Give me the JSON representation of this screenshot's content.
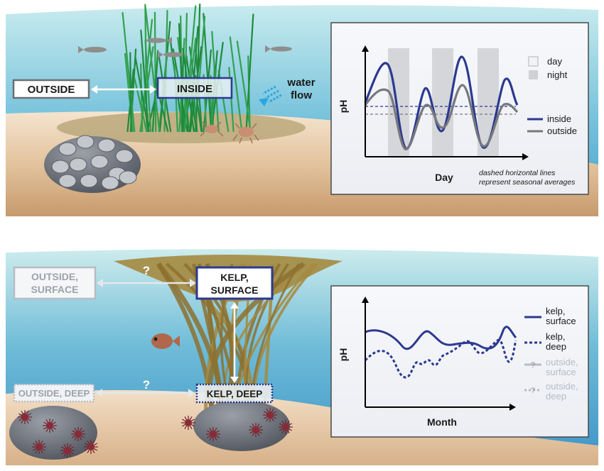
{
  "top_scene": {
    "outside_label": "OUTSIDE",
    "inside_label": "INSIDE",
    "water_flow_line1": "water",
    "water_flow_line2": "flow",
    "chart": {
      "y_axis_label": "pH",
      "x_axis_label": "Day",
      "legend_day": "day",
      "legend_night": "night",
      "legend_inside": "inside",
      "legend_outside": "outside",
      "note_line1": "dashed horizontal lines",
      "note_line2": "represent seasonal averages"
    }
  },
  "bottom_scene": {
    "outside_surface_line1": "OUTSIDE,",
    "outside_surface_line2": "SURFACE",
    "kelp_surface_line1": "KELP,",
    "kelp_surface_line2": "SURFACE",
    "outside_deep_label": "OUTSIDE, DEEP",
    "kelp_deep_label": "KELP, DEEP",
    "question_mark": "?",
    "chart": {
      "y_axis_label": "pH",
      "x_axis_label": "Month",
      "legend_kelp_surface_line1": "kelp,",
      "legend_kelp_surface_line2": "surface",
      "legend_kelp_deep_line1": "kelp,",
      "legend_kelp_deep_line2": "deep",
      "legend_outside_surface_line1": "outside,",
      "legend_outside_surface_line2": "surface",
      "legend_outside_deep_line1": "outside,",
      "legend_outside_deep_line2": "deep",
      "legend_question": "?"
    }
  },
  "colors": {
    "inside_series": "#2b3990",
    "outside_series": "#77787b",
    "faded_label": "#b7bcc4",
    "water_top": "#bfe6ea",
    "water_mid": "#5fb6d6",
    "sand": "#e6c9a4"
  }
}
